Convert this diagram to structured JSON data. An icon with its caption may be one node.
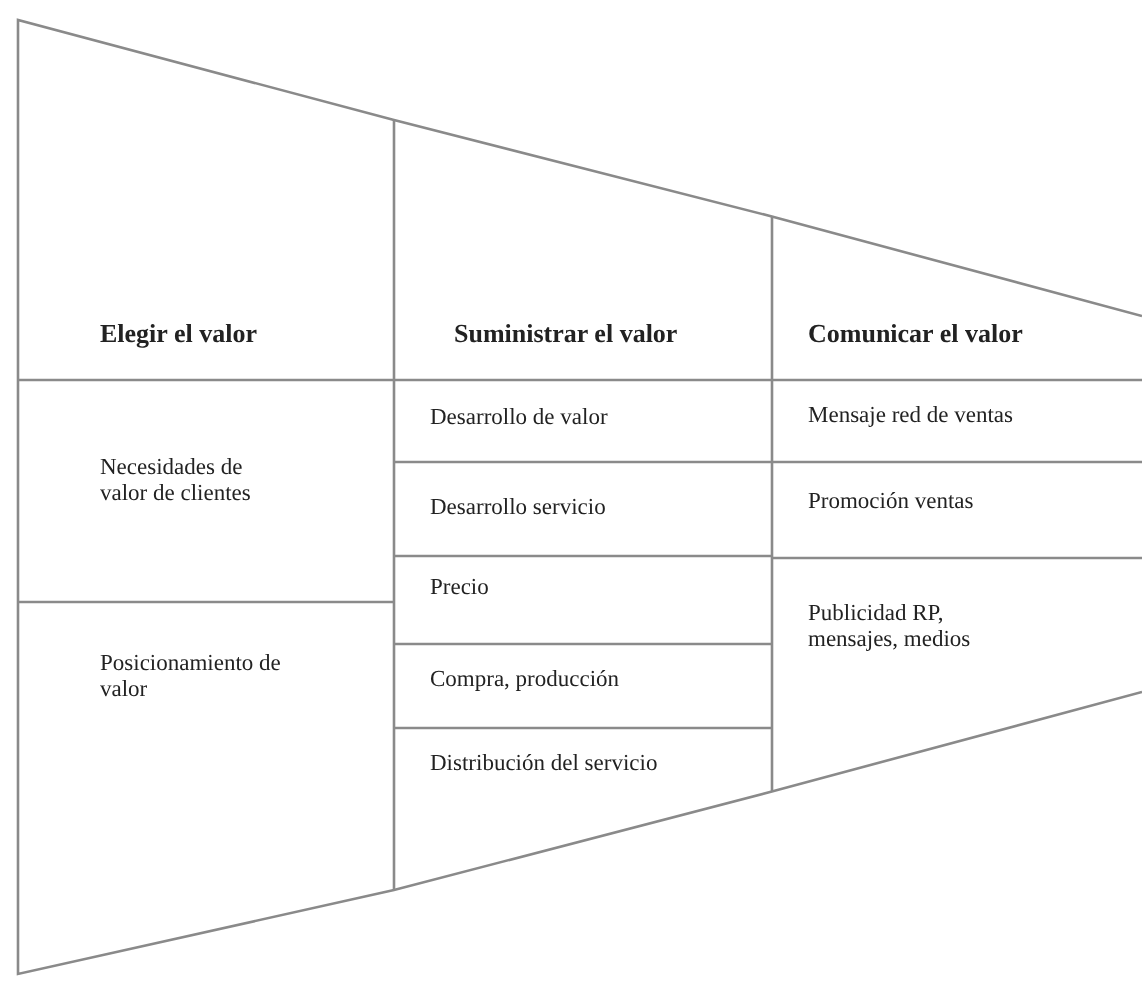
{
  "diagram": {
    "nodes": [
      {
        "text": [
          "Elegir el valor"
        ]
      },
      {
        "text": [
          "Suministrar el valor"
        ]
      },
      {
        "text": [
          "Comunicar el valor"
        ]
      },
      {
        "text": [
          "Necesidades de valor de clientes"
        ]
      },
      {
        "text": [
          "Posicionamiento de valor"
        ]
      },
      {
        "text": [
          "Desarrollo de valor"
        ]
      },
      {
        "text": [
          "Desarrollo servicio"
        ]
      },
      {
        "text": [
          "Precio"
        ]
      },
      {
        "text": [
          "Compra, producción"
        ]
      },
      {
        "text": [
          "Distribución del servicio"
        ]
      },
      {
        "text": [
          "Mensaje red de ventas"
        ]
      },
      {
        "text": [
          "Promoción ventas"
        ]
      },
      {
        "text": [
          "Publicidad RP, mensajes, medios"
        ]
      }
    ]
  }
}
